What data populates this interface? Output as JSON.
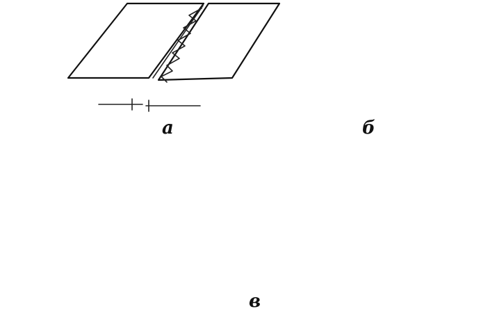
{
  "figure": {
    "labels": {
      "a": "а",
      "b": "б",
      "v": "в"
    },
    "colors": {
      "ink": "#111111",
      "background": "#ffffff"
    }
  }
}
